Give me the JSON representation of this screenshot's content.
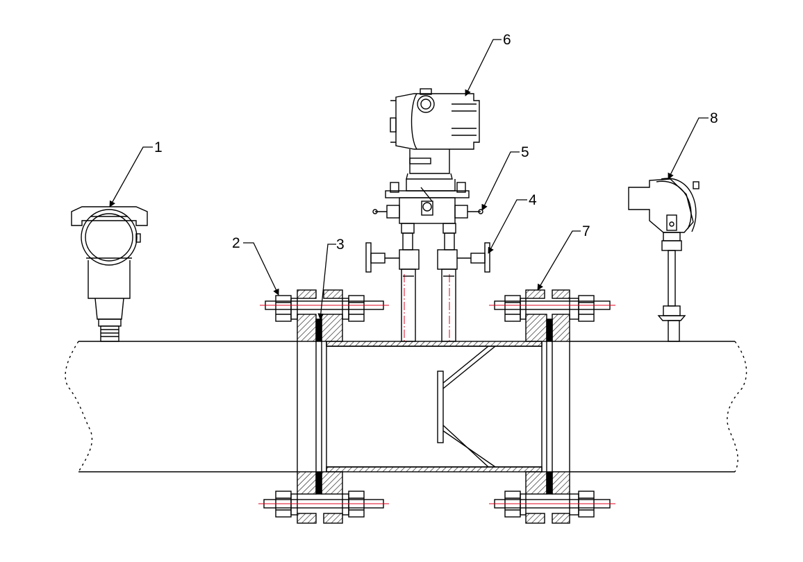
{
  "callouts": [
    {
      "id": "c1",
      "label": "1"
    },
    {
      "id": "c2",
      "label": "2"
    },
    {
      "id": "c3",
      "label": "3"
    },
    {
      "id": "c4",
      "label": "4"
    },
    {
      "id": "c5",
      "label": "5"
    },
    {
      "id": "c6",
      "label": "6"
    },
    {
      "id": "c7",
      "label": "7"
    },
    {
      "id": "c8",
      "label": "8"
    }
  ],
  "colors": {
    "line": "#000000",
    "centerline": "#e0001b",
    "hatch": "#000000",
    "gasket": "#000000",
    "background": "#ffffff"
  },
  "components": {
    "pressure_transmitter": "pressure-transmitter-icon",
    "bolt": "bolt-icon",
    "gasket": "gasket-icon",
    "needle_valve": "needle-valve-icon",
    "manifold": "valve-manifold-icon",
    "dp_transmitter": "differential-pressure-transmitter-icon",
    "flange": "flange-icon",
    "temperature_sensor": "temperature-sensor-icon",
    "meter_body": "wedge-meter-body-icon"
  }
}
